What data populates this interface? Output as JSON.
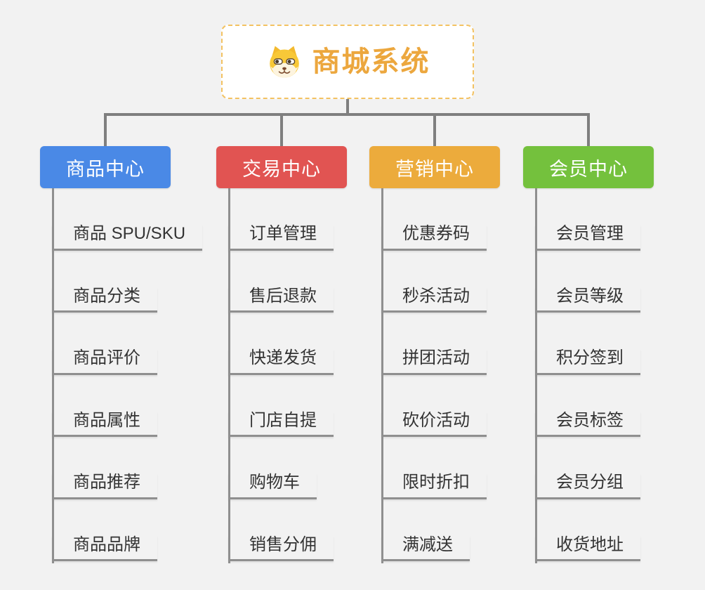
{
  "root": {
    "title": "商城系统",
    "icon": "dog-face-icon"
  },
  "branches": [
    {
      "label": "商品中心",
      "color": "#4a89e6",
      "children": [
        "商品 SPU/SKU",
        "商品分类",
        "商品评价",
        "商品属性",
        "商品推荐",
        "商品品牌"
      ]
    },
    {
      "label": "交易中心",
      "color": "#e15452",
      "children": [
        "订单管理",
        "售后退款",
        "快递发货",
        "门店自提",
        "购物车",
        "销售分佣"
      ]
    },
    {
      "label": "营销中心",
      "color": "#ecab3c",
      "children": [
        "优惠券码",
        "秒杀活动",
        "拼团活动",
        "砍价活动",
        "限时折扣",
        "满减送"
      ]
    },
    {
      "label": "会员中心",
      "color": "#74c13d",
      "children": [
        "会员管理",
        "会员等级",
        "积分签到",
        "会员标签",
        "会员分组",
        "收货地址"
      ]
    }
  ],
  "colors": {
    "background": "#f2f2f2",
    "connector": "#7f7f7f",
    "leaf_underline": "#8f8f8f",
    "leaf_text": "#333333",
    "root_text": "#eca73e",
    "root_border_dashed": "#f3c262",
    "root_fill": "#ffffff"
  }
}
